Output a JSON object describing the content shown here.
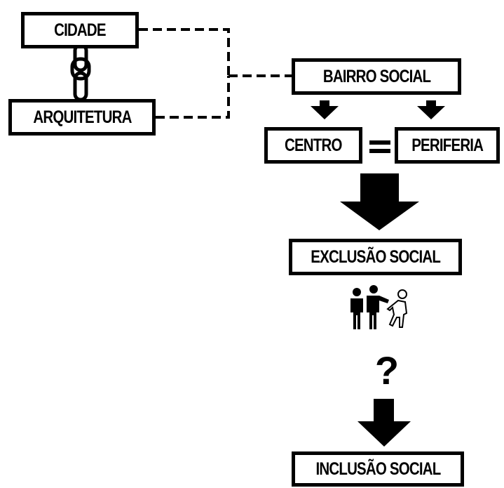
{
  "diagram": {
    "nodes": {
      "cidade": "CIDADE",
      "arquitetura": "ARQUITETURA",
      "bairro_social": "BAIRRO SOCIAL",
      "centro": "CENTRO",
      "periferia": "PERIFERIA",
      "exclusao_social": "EXCLUSÃO SOCIAL",
      "inclusao_social": "INCLUSÃO SOCIAL"
    },
    "symbols": {
      "equals": "=",
      "question": "?"
    },
    "icons": [
      "chain-link-icon",
      "people-exclusion-icon"
    ],
    "edges": [
      {
        "from": "cidade",
        "to": "bairro_social",
        "style": "dashed"
      },
      {
        "from": "arquitetura",
        "to": "bairro_social",
        "style": "dashed"
      },
      {
        "from": "cidade",
        "to": "arquitetura",
        "style": "chain"
      },
      {
        "from": "bairro_social",
        "to": "centro",
        "style": "arrow"
      },
      {
        "from": "bairro_social",
        "to": "periferia",
        "style": "arrow"
      },
      {
        "from": "centro",
        "to": "exclusao_social",
        "style": "arrow"
      },
      {
        "from": "exclusao_social",
        "to": "inclusao_social",
        "style": "arrow"
      }
    ]
  }
}
